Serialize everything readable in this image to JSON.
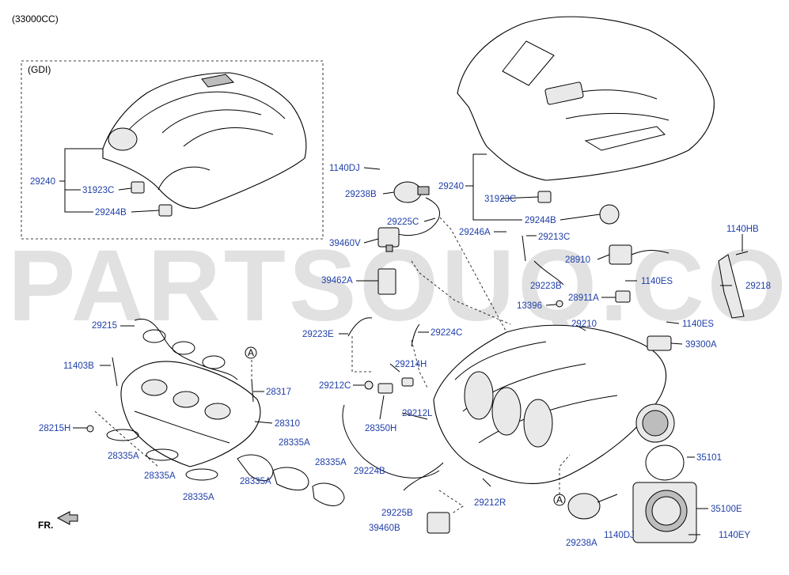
{
  "catalog_code": "(33000CC)",
  "inset_title": "(GDI)",
  "watermark": "PARTSOUQ.COM",
  "front_label": "FR.",
  "ref_marker": "A",
  "colors": {
    "part_number": "#1f3fa8",
    "line": "#000000",
    "watermark": "#c9c9c9"
  },
  "parts": [
    {
      "id": "p1",
      "number": "29240"
    },
    {
      "id": "p2",
      "number": "31923C"
    },
    {
      "id": "p3",
      "number": "29244B"
    },
    {
      "id": "p4",
      "number": "1140DJ"
    },
    {
      "id": "p5",
      "number": "29238B"
    },
    {
      "id": "p6",
      "number": "29240"
    },
    {
      "id": "p7",
      "number": "31923C"
    },
    {
      "id": "p8",
      "number": "29225C"
    },
    {
      "id": "p9",
      "number": "29244B"
    },
    {
      "id": "p10",
      "number": "29246A"
    },
    {
      "id": "p11",
      "number": "29213C"
    },
    {
      "id": "p12",
      "number": "1140HB"
    },
    {
      "id": "p13",
      "number": "39460V"
    },
    {
      "id": "p14",
      "number": "28910"
    },
    {
      "id": "p15",
      "number": "39462A"
    },
    {
      "id": "p16",
      "number": "29223B"
    },
    {
      "id": "p17",
      "number": "1140ES"
    },
    {
      "id": "p18",
      "number": "29218"
    },
    {
      "id": "p19",
      "number": "28911A"
    },
    {
      "id": "p20",
      "number": "13396"
    },
    {
      "id": "p21",
      "number": "29215"
    },
    {
      "id": "p22",
      "number": "29223E"
    },
    {
      "id": "p23",
      "number": "29224C"
    },
    {
      "id": "p24",
      "number": "29210"
    },
    {
      "id": "p25",
      "number": "1140ES"
    },
    {
      "id": "p26",
      "number": "39300A"
    },
    {
      "id": "p27",
      "number": "11403B"
    },
    {
      "id": "p28",
      "number": "29214H"
    },
    {
      "id": "p29",
      "number": "28317"
    },
    {
      "id": "p30",
      "number": "29212C"
    },
    {
      "id": "p31",
      "number": "29212L"
    },
    {
      "id": "p32",
      "number": "28310"
    },
    {
      "id": "p33",
      "number": "28215H"
    },
    {
      "id": "p34",
      "number": "28350H"
    },
    {
      "id": "p35",
      "number": "28335A"
    },
    {
      "id": "p36",
      "number": "28335A"
    },
    {
      "id": "p37",
      "number": "35101"
    },
    {
      "id": "p38",
      "number": "28335A"
    },
    {
      "id": "p39",
      "number": "28335A"
    },
    {
      "id": "p40",
      "number": "28335A"
    },
    {
      "id": "p41",
      "number": "29224B"
    },
    {
      "id": "p42",
      "number": "28335A"
    },
    {
      "id": "p43",
      "number": "29212R"
    },
    {
      "id": "p44",
      "number": "35100E"
    },
    {
      "id": "p45",
      "number": "29225B"
    },
    {
      "id": "p46",
      "number": "39460B"
    },
    {
      "id": "p47",
      "number": "29238A"
    },
    {
      "id": "p48",
      "number": "1140DJ"
    },
    {
      "id": "p49",
      "number": "1140EY"
    }
  ]
}
